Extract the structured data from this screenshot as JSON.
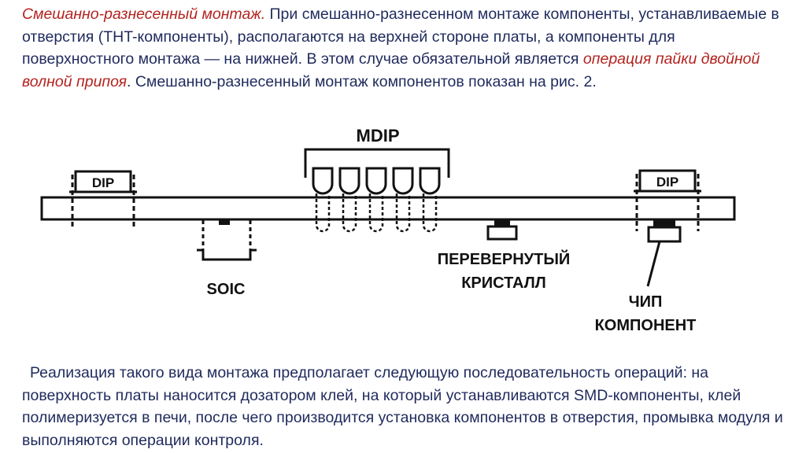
{
  "intro": {
    "heading": "Смешанно-разнесенный монтаж.",
    "text1": " При смешанно-разнесенном монтаже компоненты, устанавливаемые в отверстия (THT-компоненты), располагаются на верхней стороне платы, а компоненты для поверхностного монтажа — на нижней. В этом случае обязательной является ",
    "highlight": "операция пайки двойной  волной припоя",
    "text2": ". Смешанно-разнесенный монтаж компонентов показан на рис. 2."
  },
  "diagram": {
    "labels": {
      "dip_left": "DIP",
      "dip_right": "DIP",
      "mdip": "MDIP",
      "soic": "SOIC",
      "flip_line1": "ПЕРЕВЕРНУТЫЙ",
      "flip_line2": "КРИСТАЛЛ",
      "chip_line1": "ЧИП",
      "chip_line2": "КОМПОНЕНТ"
    }
  },
  "outro": {
    "text": "Реализация такого вида монтажа предполагает следующую последовательность операций: на поверхность платы наносится дозатором клей, на который устанавливаются SMD-компоненты, клей полимеризуется в печи, после чего производится установка компонентов в отверстия, промывка модуля и выполняются операции контроля."
  }
}
